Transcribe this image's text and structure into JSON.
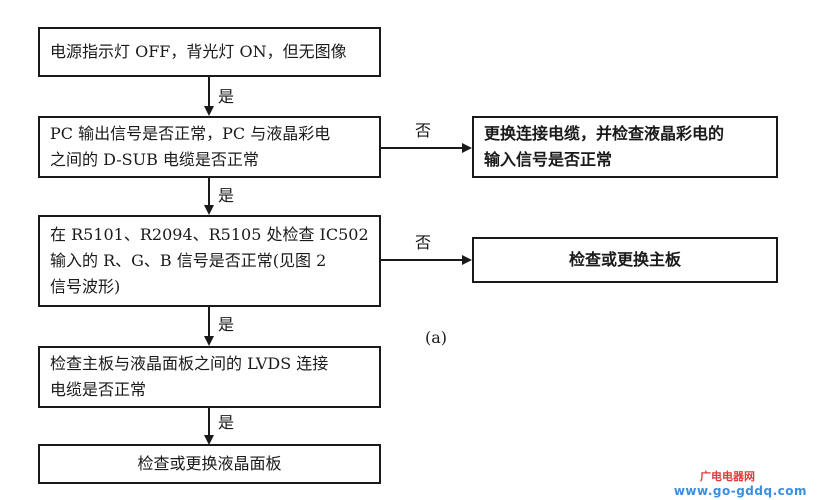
{
  "flowchart": {
    "step1": "电源指示灯 OFF，背光灯 ON，但无图像",
    "step2": [
      "PC 输出信号是否正常，PC 与液晶彩电",
      "之间的 D-SUB 电缆是否正常"
    ],
    "step2_no_action": [
      "更换连接电缆，并检查液晶彩电的",
      "输入信号是否正常"
    ],
    "step3": [
      "在 R5101、R2094、R5105 处检查 IC502",
      "输入的 R、G、B 信号是否正常(见图 2",
      "信号波形)"
    ],
    "step3_no_action": "检查或更换主板",
    "step4": [
      "检查主板与液晶面板之间的 LVDS 连接",
      "电缆是否正常"
    ],
    "step5": "检查或更换液晶面板",
    "yes": "是",
    "no": "否"
  },
  "caption": "(a)",
  "watermark": {
    "line1": "广电电器网",
    "line2": "www.go-gddq.com"
  }
}
